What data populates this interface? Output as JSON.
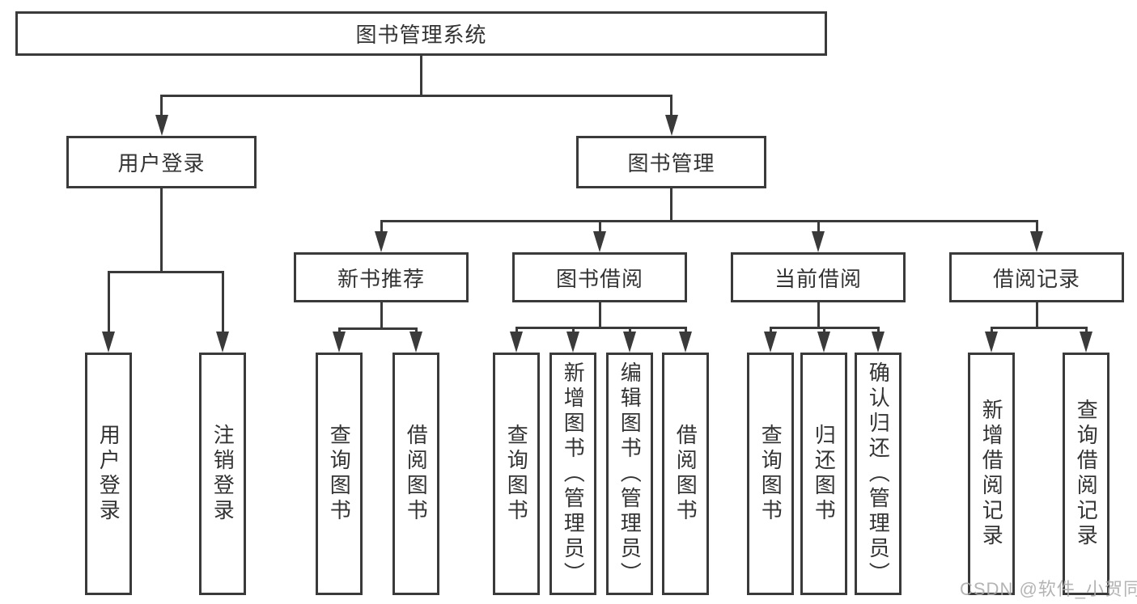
{
  "diagram": {
    "root": {
      "label": "图书管理系统"
    },
    "level2": {
      "user_login": {
        "label": "用户登录"
      },
      "book_management": {
        "label": "图书管理"
      }
    },
    "level3": {
      "new_book_recommend": {
        "label": "新书推荐"
      },
      "book_borrowing": {
        "label": "图书借阅"
      },
      "current_borrowing": {
        "label": "当前借阅"
      },
      "borrowing_records": {
        "label": "借阅记录"
      }
    },
    "leaves": {
      "user_login": {
        "label": "用户登录"
      },
      "logout": {
        "label": "注销登录"
      },
      "recommend_query_books": {
        "label": "查询图书"
      },
      "recommend_borrow_books": {
        "label": "借阅图书"
      },
      "borrowing_query_books": {
        "label": "查询图书"
      },
      "borrowing_add_books_admin": {
        "label": "新增图书（管理员）"
      },
      "borrowing_edit_books_admin": {
        "label": "编辑图书（管理员）"
      },
      "borrowing_borrow_books": {
        "label": "借阅图书"
      },
      "current_query_books": {
        "label": "查询图书"
      },
      "current_return_books": {
        "label": "归还图书"
      },
      "current_confirm_return_admin": {
        "label": "确认归还（管理员）"
      },
      "records_add_record": {
        "label": "新增借阅记录"
      },
      "records_query_record": {
        "label": "查询借阅记录"
      }
    }
  },
  "watermark": {
    "text": "CSDN @软件_小贺同学"
  },
  "colors": {
    "line": "#3a3a3a",
    "text": "#333333",
    "background": "#ffffff",
    "watermark": "#aaaaaa"
  }
}
